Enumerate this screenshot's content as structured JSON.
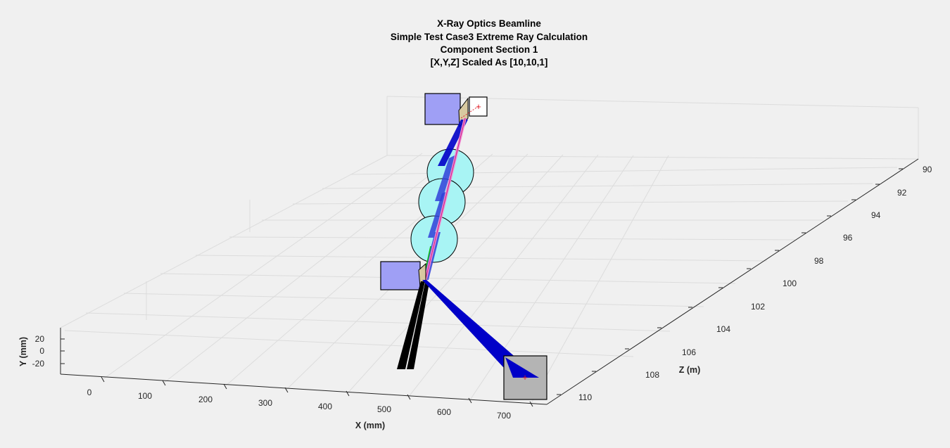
{
  "title": {
    "lines": [
      "X-Ray Optics Beamline",
      "Simple Test Case3 Extreme Ray Calculation",
      "Component Section 1",
      "[X,Y,Z] Scaled As [10,10,1]"
    ]
  },
  "axes": {
    "x": {
      "label": "X (mm)",
      "ticks": [
        "0",
        "100",
        "200",
        "300",
        "400",
        "500",
        "600",
        "700"
      ]
    },
    "y": {
      "label": "Y (mm)",
      "ticks": [
        "20",
        "0",
        "-20"
      ]
    },
    "z": {
      "label": "Z (m)",
      "ticks": [
        "90",
        "92",
        "94",
        "96",
        "98",
        "100",
        "102",
        "104",
        "106",
        "108",
        "110"
      ]
    },
    "grid": true
  },
  "components": {
    "source_marker": "+",
    "detector_marker": "+",
    "lens_count": 3
  },
  "colors": {
    "background": "#f0f0f0",
    "grid": "#dcdcdc",
    "aperture": "#9f9ff5",
    "lens": "#a8f4f4",
    "ray_blue": "#0000c8",
    "ray_pink": "#f08ad0",
    "marker_red": "#e0202a",
    "detector": "#b4b4b4",
    "crystal": "#d8c9a0",
    "green_ray": "#10c010"
  }
}
